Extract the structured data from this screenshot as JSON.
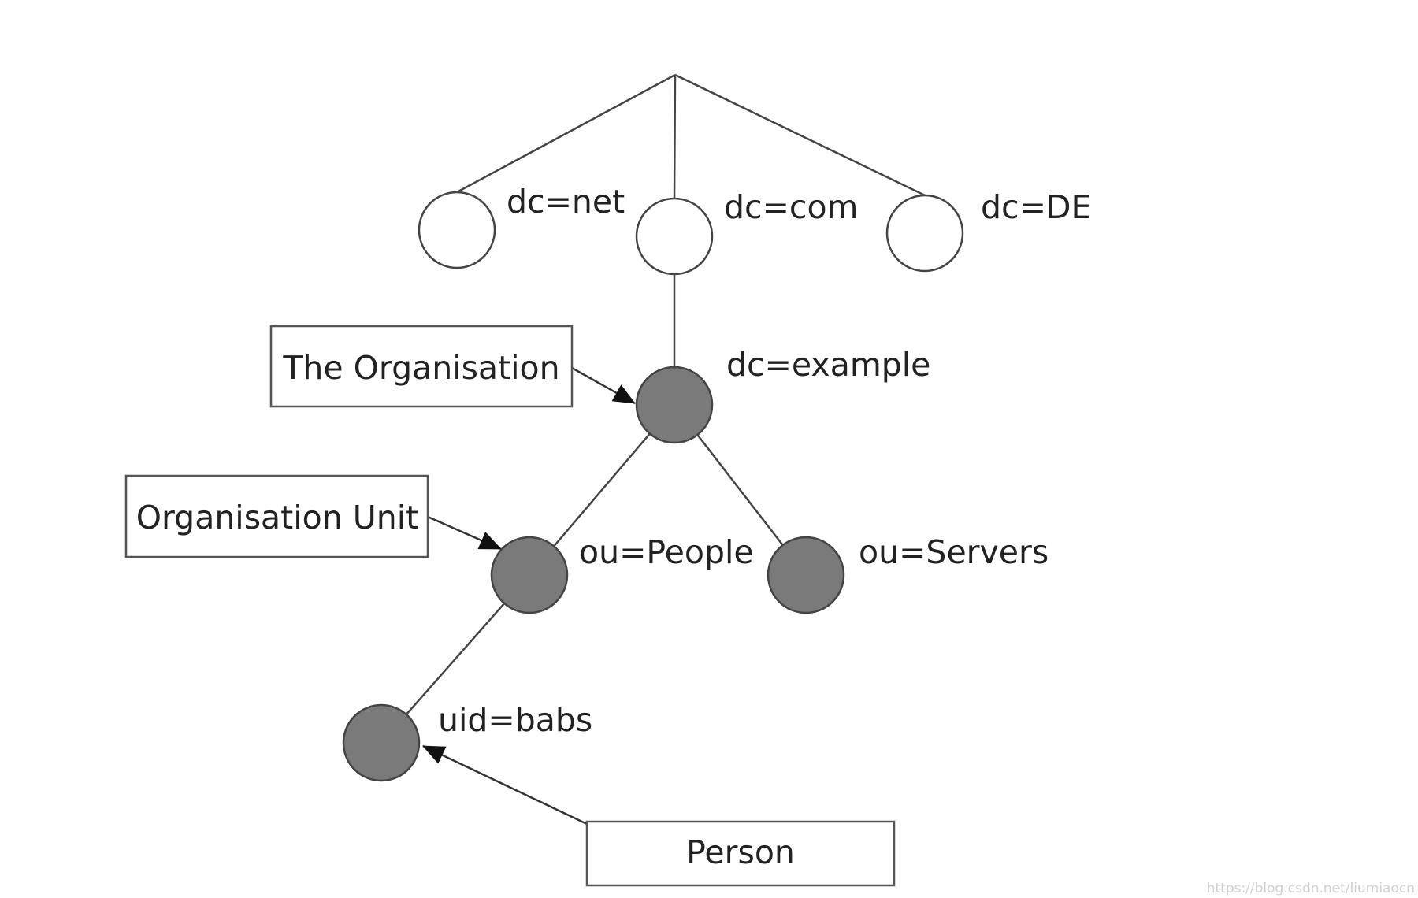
{
  "diagram": {
    "nodes": [
      {
        "id": "dc-net",
        "label": "dc=net",
        "filled": false
      },
      {
        "id": "dc-com",
        "label": "dc=com",
        "filled": false
      },
      {
        "id": "dc-de",
        "label": "dc=DE",
        "filled": false
      },
      {
        "id": "dc-example",
        "label": "dc=example",
        "filled": true
      },
      {
        "id": "ou-people",
        "label": "ou=People",
        "filled": true
      },
      {
        "id": "ou-servers",
        "label": "ou=Servers",
        "filled": true
      },
      {
        "id": "uid-babs",
        "label": "uid=babs",
        "filled": true
      }
    ],
    "edges": [
      {
        "from": "root",
        "to": "dc-net"
      },
      {
        "from": "root",
        "to": "dc-com"
      },
      {
        "from": "root",
        "to": "dc-de"
      },
      {
        "from": "dc-com",
        "to": "dc-example"
      },
      {
        "from": "dc-example",
        "to": "ou-people"
      },
      {
        "from": "dc-example",
        "to": "ou-servers"
      },
      {
        "from": "ou-people",
        "to": "uid-babs"
      }
    ],
    "callouts": [
      {
        "id": "the-organisation",
        "label": "The Organisation",
        "points_to": "dc-example"
      },
      {
        "id": "organisation-unit",
        "label": "Organisation Unit",
        "points_to": "ou-people"
      },
      {
        "id": "person",
        "label": "Person",
        "points_to": "uid-babs"
      }
    ],
    "colors": {
      "empty_node": "#ffffff",
      "filled_node": "#7a7a7a",
      "line": "#444444"
    },
    "watermark": "https://blog.csdn.net/liumiaocn"
  }
}
